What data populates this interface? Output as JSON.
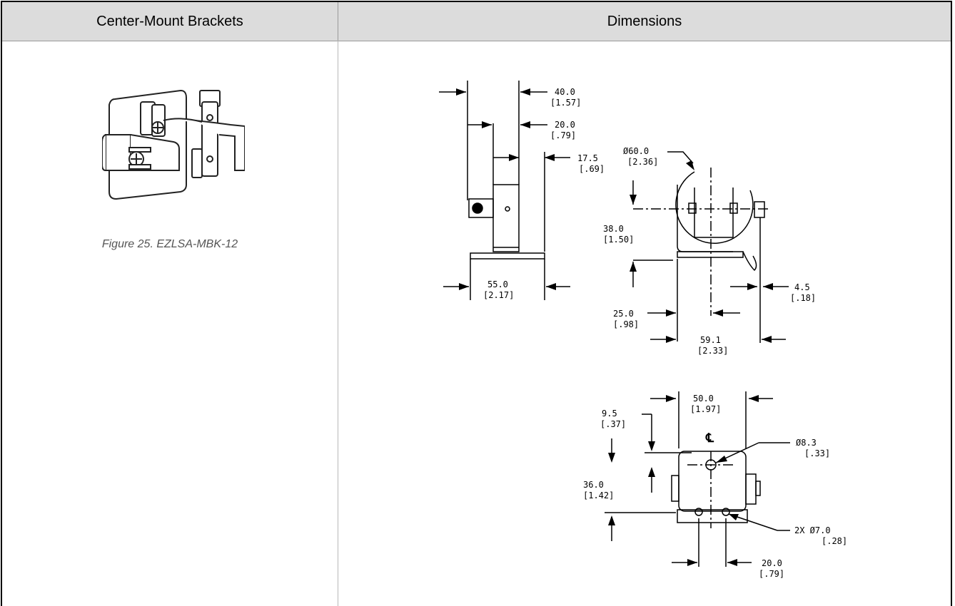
{
  "header": {
    "left_title": "Center-Mount Brackets",
    "right_title": "Dimensions"
  },
  "figure": {
    "caption": "Figure 25. EZLSA-MBK-12"
  },
  "dimensions": {
    "d40": "40.0",
    "d40_in": "[1.57]",
    "d20a": "20.0",
    "d20a_in": "[.79]",
    "d17": "17.5",
    "d17_in": "[.69]",
    "d55": "55.0",
    "d55_in": "[2.17]",
    "d60": "Ø60.0",
    "d60_in": "[2.36]",
    "d38": "38.0",
    "d38_in": "[1.50]",
    "d4": "4.5",
    "d4_in": "[.18]",
    "d25": "25.0",
    "d25_in": "[.98]",
    "d59": "59.1",
    "d59_in": "[2.33]",
    "d50": "50.0",
    "d50_in": "[1.97]",
    "d9": "9.5",
    "d9_in": "[.37]",
    "d8": "Ø8.3",
    "d8_in": "[.33]",
    "d36": "36.0",
    "d36_in": "[1.42]",
    "d7": "2X Ø7.0",
    "d7_in": "[.28]",
    "d20b": "20.0",
    "d20b_in": "[.79]",
    "centerline": "℄"
  }
}
